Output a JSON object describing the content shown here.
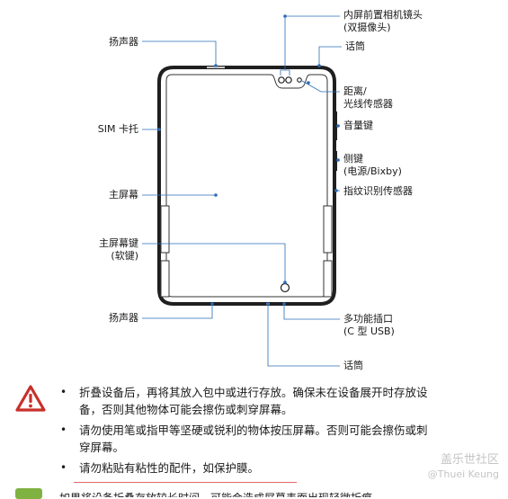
{
  "labels": {
    "front_camera_1": "内屏前置相机镜头",
    "front_camera_2": "(双摄像头)",
    "speaker_top": "扬声器",
    "mic_top": "话筒",
    "proximity_1": "距离/",
    "proximity_2": "光线传感器",
    "sim_tray": "SIM 卡托",
    "volume_key": "音量键",
    "side_key_1": "侧键",
    "side_key_2": "(电源/Bixby)",
    "fingerprint": "指纹识别传感器",
    "main_screen": "主屏幕",
    "home_key_1": "主屏幕键",
    "home_key_2": "(软键)",
    "speaker_bottom": "扬声器",
    "port_1": "多功能插口",
    "port_2": "(C 型 USB)",
    "mic_bottom": "话筒"
  },
  "warnings": [
    "折叠设备后，再将其放入包中或进行存放。确保未在设备展开时存放设备，否则其他物体可能会擦伤或刺穿屏幕。",
    "请勿使用笔或指甲等坚硬或锐利的物体按压屏幕。否则可能会擦伤或刺穿屏幕。",
    "请勿粘贴有粘性的配件，如保护膜。"
  ],
  "bullet_char": "•",
  "watermark": {
    "line1": "盖乐世社区",
    "line2": "@Thuei Keung"
  },
  "cut_text": "如果将设备折叠存放较长时间，可能会造成屏幕表面出现轻微折痕。"
}
